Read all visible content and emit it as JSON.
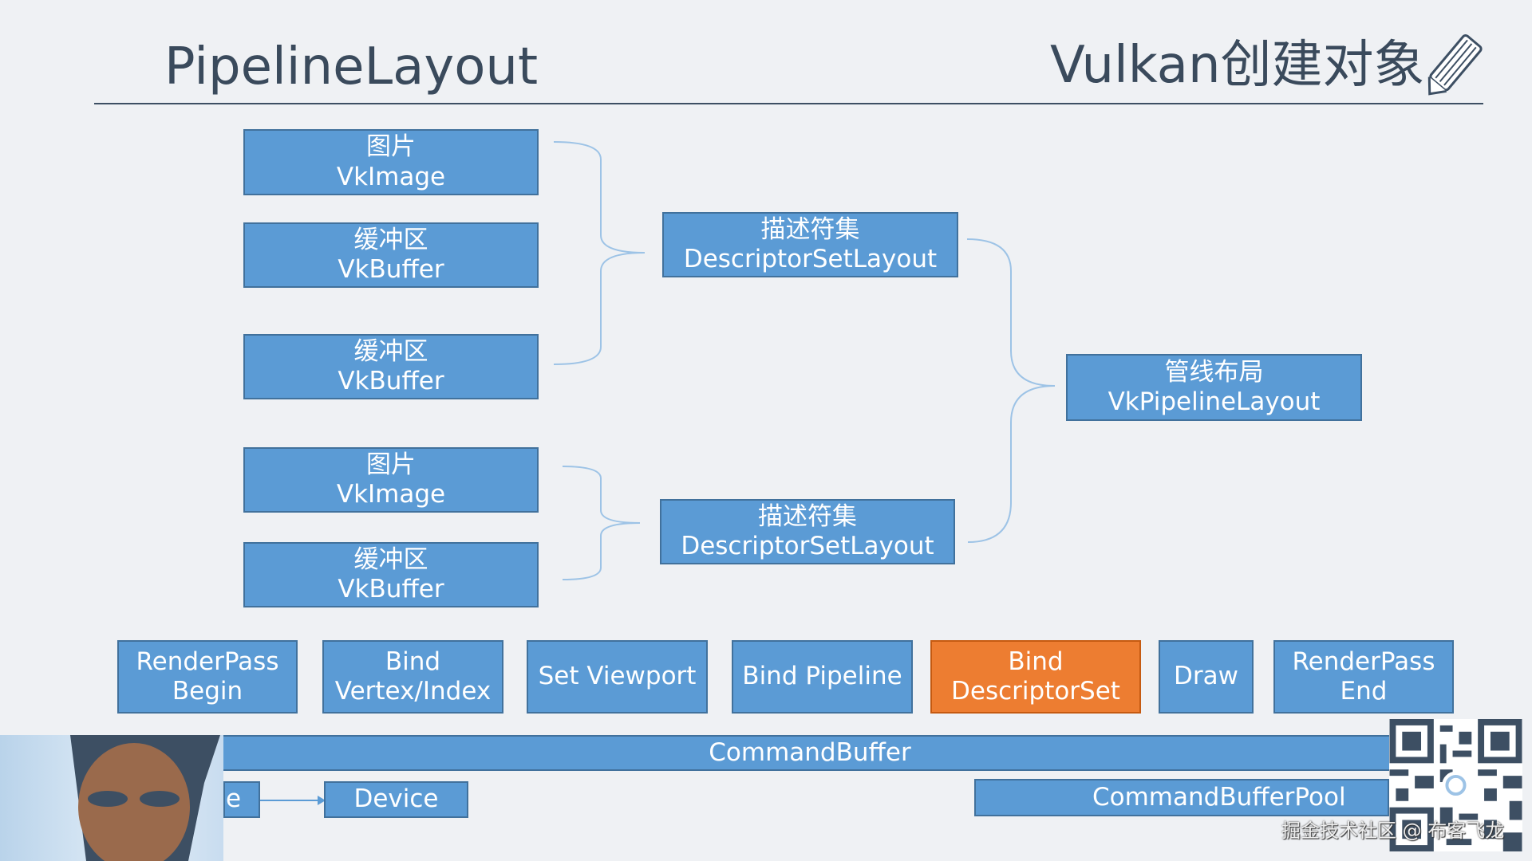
{
  "slide": {
    "title": "PipelineLayout",
    "section": "Vulkan创建对象",
    "section_icon": "pencil-icon"
  },
  "resources": [
    {
      "cn": "图片",
      "en": "VkImage"
    },
    {
      "cn": "缓冲区",
      "en": "VkBuffer"
    },
    {
      "cn": "缓冲区",
      "en": "VkBuffer"
    },
    {
      "cn": "图片",
      "en": "VkImage"
    },
    {
      "cn": "缓冲区",
      "en": "VkBuffer"
    }
  ],
  "descriptor_sets": [
    {
      "cn": "描述符集",
      "en": "DescriptorSetLayout"
    },
    {
      "cn": "描述符集",
      "en": "DescriptorSetLayout"
    }
  ],
  "pipeline_layout": {
    "cn": "管线布局",
    "en": "VkPipelineLayout"
  },
  "commands": [
    {
      "l1": "RenderPass",
      "l2": "Begin"
    },
    {
      "l1": "Bind",
      "l2": "Vertex/Index"
    },
    {
      "l1": "Set Viewport",
      "l2": ""
    },
    {
      "l1": "Bind Pipeline",
      "l2": ""
    },
    {
      "l1": "Bind",
      "l2": "DescriptorSet",
      "highlight": true
    },
    {
      "l1": "Draw",
      "l2": ""
    },
    {
      "l1": "RenderPass",
      "l2": "End"
    }
  ],
  "command_buffer": "CommandBuffer",
  "device": "Device",
  "small_box_text": "e",
  "command_buffer_pool": "CommandBufferPool",
  "watermark": "掘金技术社区 @ 布客飞龙",
  "colors": {
    "box": "#5b9bd5",
    "highlight": "#ed7d31",
    "title": "#3a4a5c"
  }
}
